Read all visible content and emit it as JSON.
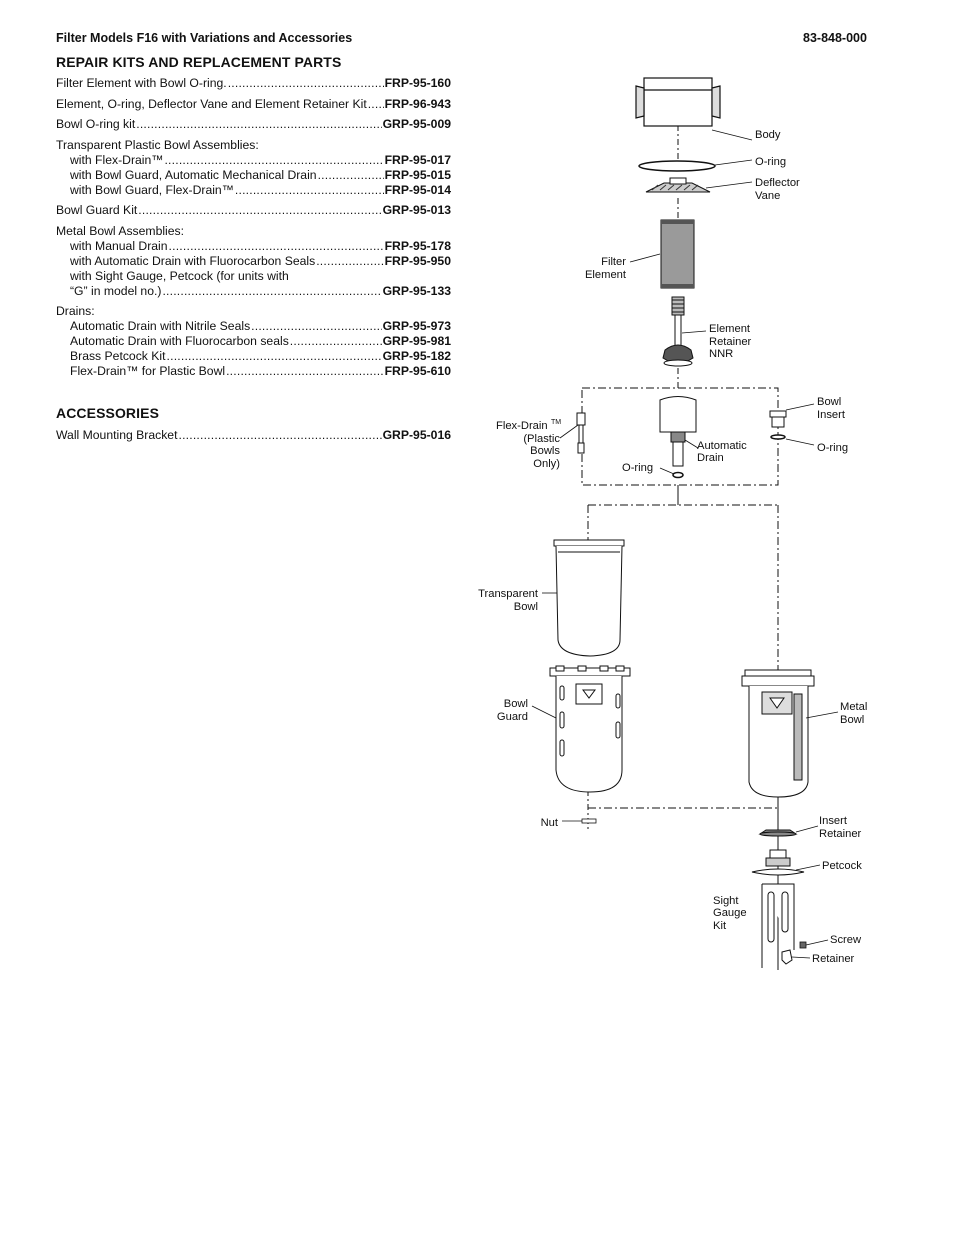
{
  "header": {
    "title": "Filter Models F16 with Variations and Accessories",
    "doc_number": "83-848-000"
  },
  "repair": {
    "title": "REPAIR KITS AND REPLACEMENT PARTS",
    "items": [
      {
        "label": "Filter Element with Bowl O-ring.",
        "pn": "FRP-95-160"
      },
      {
        "label": "Element, O-ring, Deflector Vane and Element Retainer Kit",
        "pn": "FRP-96-943"
      },
      {
        "label": "Bowl O-ring kit",
        "pn": "GRP-95-009"
      }
    ],
    "plastic_bowl_heading": "Transparent Plastic Bowl Assemblies:",
    "plastic_bowl_items": [
      {
        "label": "with Flex-Drain™",
        "pn": "FRP-95-017"
      },
      {
        "label": "with Bowl Guard, Automatic Mechanical Drain",
        "pn": "FRP-95-015"
      },
      {
        "label": "with Bowl Guard, Flex-Drain™",
        "pn": "FRP-95-014"
      }
    ],
    "bowl_guard": {
      "label": "Bowl Guard Kit",
      "pn": "GRP-95-013"
    },
    "metal_bowl_heading": "Metal Bowl Assemblies:",
    "metal_bowl_items": [
      {
        "label": "with Manual Drain",
        "pn": "FRP-95-178"
      },
      {
        "label": "with Automatic Drain with Fluorocarbon Seals",
        "pn": "FRP-95-950"
      }
    ],
    "sight_gauge_line1": "with Sight Gauge, Petcock (for units with",
    "sight_gauge_line2": {
      "label": "“G” in model no.)",
      "pn": "GRP-95-133"
    },
    "drains_heading": "Drains:",
    "drains_items": [
      {
        "label": "Automatic Drain with Nitrile Seals",
        "pn": "GRP-95-973"
      },
      {
        "label": "Automatic Drain with Fluorocarbon seals",
        "pn": "GRP-95-981"
      },
      {
        "label": "Brass Petcock Kit",
        "pn": "GRP-95-182"
      },
      {
        "label": "Flex-Drain™ for Plastic Bowl",
        "pn": "FRP-95-610"
      }
    ]
  },
  "accessories": {
    "title": "ACCESSORIES",
    "items": [
      {
        "label": "Wall Mounting Bracket",
        "pn": "GRP-95-016"
      }
    ]
  },
  "diagram_labels": {
    "body": "Body",
    "oring_top": "O-ring",
    "deflector_1": "Deflector",
    "deflector_2": "Vane",
    "filter_1": "Filter",
    "filter_2": "Element",
    "retainer_1": "Element",
    "retainer_2": "Retainer",
    "retainer_3": "NNR",
    "flex_1": "Flex-Drain",
    "flex_tm": "TM",
    "flex_2": "(Plastic",
    "flex_3": "Bowls",
    "flex_4": "Only)",
    "bowl_insert_1": "Bowl",
    "bowl_insert_2": "Insert",
    "oring_right": "O-ring",
    "auto_drain_1": "Automatic",
    "auto_drain_2": "Drain",
    "oring_drain": "O-ring",
    "transparent_1": "Transparent",
    "transparent_2": "Bowl",
    "bowl_guard_1": "Bowl",
    "bowl_guard_2": "Guard",
    "metal_1": "Metal",
    "metal_2": "Bowl",
    "nut": "Nut",
    "insert_ret_1": "Insert",
    "insert_ret_2": "Retainer",
    "petcock": "Petcock",
    "sight_1": "Sight",
    "sight_2": "Gauge",
    "sight_3": "Kit",
    "screw": "Screw",
    "retainer": "Retainer"
  }
}
